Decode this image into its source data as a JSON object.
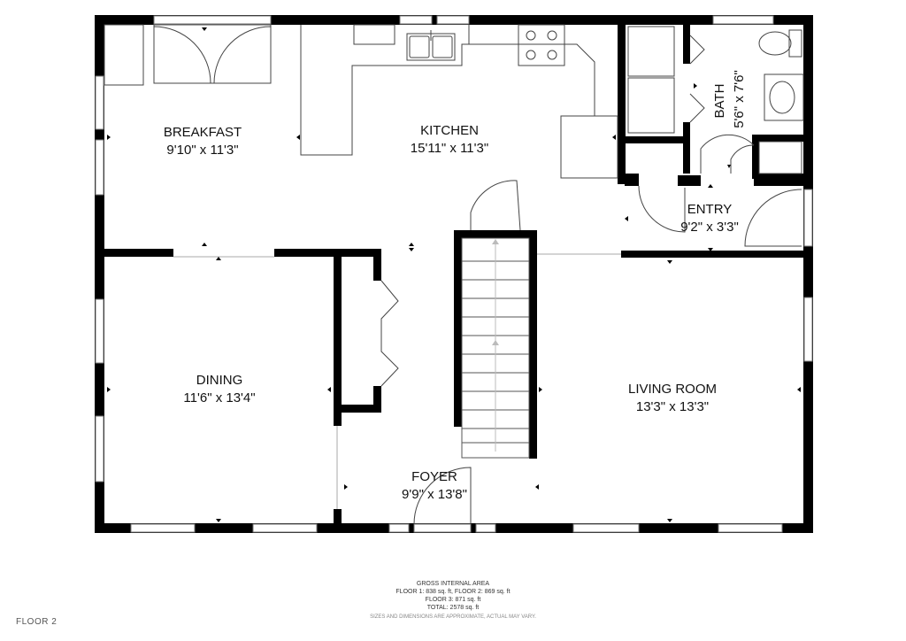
{
  "rooms": {
    "breakfast": {
      "name": "BREAKFAST",
      "dims": "9'10\" x 11'3\""
    },
    "kitchen": {
      "name": "KITCHEN",
      "dims": "15'11\" x 11'3\""
    },
    "bath": {
      "name": "BATH",
      "dims": "5'6\" x 7'6\""
    },
    "entry": {
      "name": "ENTRY",
      "dims": "9'2\" x 3'3\""
    },
    "dining": {
      "name": "DINING",
      "dims": "11'6\" x 13'4\""
    },
    "living": {
      "name": "LIVING ROOM",
      "dims": "13'3\" x 13'3\""
    },
    "foyer": {
      "name": "FOYER",
      "dims": "9'9\" x 13'8\""
    }
  },
  "footer": {
    "title": "GROSS INTERNAL AREA",
    "line1": "FLOOR 1: 838 sq. ft, FLOOR 2: 869 sq. ft",
    "line2": "FLOOR 3: 871 sq. ft",
    "line3": "TOTAL: 2578 sq. ft",
    "disclaimer": "SIZES AND DIMENSIONS ARE APPROXIMATE, ACTUAL MAY VARY."
  },
  "floor_label": "FLOOR 2",
  "colors": {
    "wall": "#000000",
    "fixture": "#444444",
    "window": "#777777",
    "background": "#ffffff"
  }
}
